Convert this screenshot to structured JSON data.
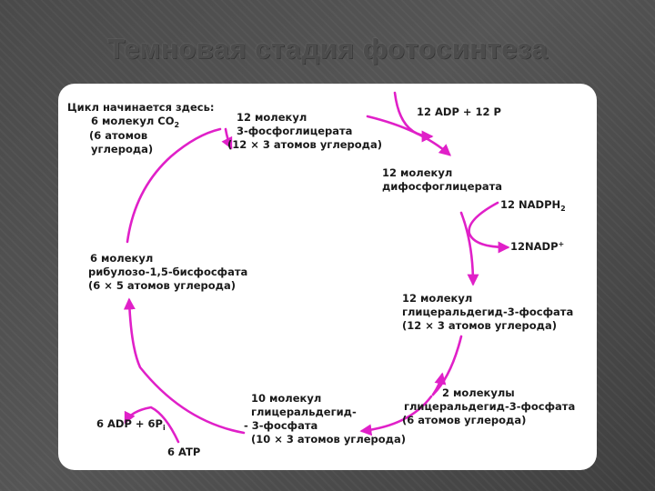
{
  "title": "Темновая стадия фотосинтеза",
  "colors": {
    "arrow": "#e020c8",
    "text": "#1a1a1a",
    "panel": "#ffffff"
  },
  "labels": {
    "start": {
      "line1": "Цикл начинается здесь:",
      "line2": "6 молекул CO",
      "line2_sub": "2",
      "line3": "(6 атомов",
      "line4": "углерода)"
    },
    "pga": {
      "line1": "12 молекул",
      "line2": "3-фосфоглицерата",
      "line3": "(12 × 3 атомов углерода)"
    },
    "atp_in": {
      "line1": "12 ADP + 12 P"
    },
    "diphospho": {
      "line1": "12 молекул",
      "line2": "дифосфоглицерата"
    },
    "nadph": {
      "line1": "12 NADPH",
      "line1_sub": "2"
    },
    "nadp": {
      "line1": "12NADP",
      "line1_sup": "+"
    },
    "g3p": {
      "line1": "12 молекул",
      "line2": "глицеральдегид-3-фосфата",
      "line3": "(12 × 3 атомов углерода)"
    },
    "out": {
      "line1": "2 молекулы",
      "line2": "глицеральдегид-3-фосфата",
      "line3": "(6 атомов углерода)"
    },
    "g3p10": {
      "line1": "10 молекул",
      "line2": "глицеральдегид-",
      "line3": "- 3-фосфата",
      "line4": "(10 × 3 атомов углерода)"
    },
    "adp6": {
      "line1": "6 ADP + 6P",
      "line1_sub": "i"
    },
    "atp6": {
      "line1": "6 ATP"
    },
    "rubp": {
      "line1": "6 молекул",
      "line2": "рибулозо-1,5-бисфосфата",
      "line3": "(6 × 5 атомов углерода)"
    }
  }
}
